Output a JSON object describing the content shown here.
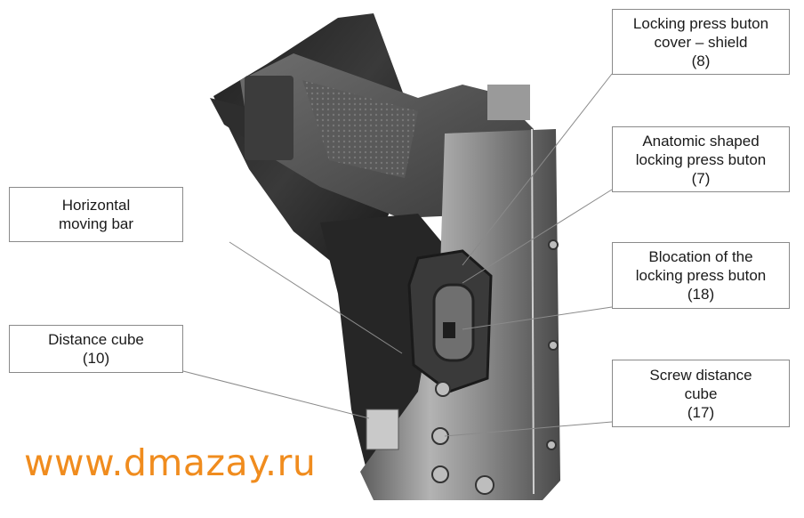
{
  "callouts": {
    "locking_cover": {
      "line1": "Locking press buton",
      "line2": "cover – shield",
      "line3": "(8)"
    },
    "anatomic_button": {
      "line1": "Anatomic shaped",
      "line2": "locking press buton",
      "line3": "(7)"
    },
    "horizontal_bar": {
      "line1": "Horizontal",
      "line2": "moving bar"
    },
    "blocation": {
      "line1": "Blocation of the",
      "line2": "locking press buton",
      "line3": "(18)"
    },
    "distance_cube": {
      "line1": "Distance cube",
      "line2": "(10)"
    },
    "screw_distance_cube": {
      "line1": "Screw distance",
      "line2": "cube",
      "line3": "(17)"
    }
  },
  "watermark": "www.dmazay.ru",
  "colors": {
    "watermark": "#f08c1e",
    "holster_dark": "#2b2b2b",
    "holster_plate": "#8c8c8c",
    "leader_line": "#8a8a8a"
  }
}
